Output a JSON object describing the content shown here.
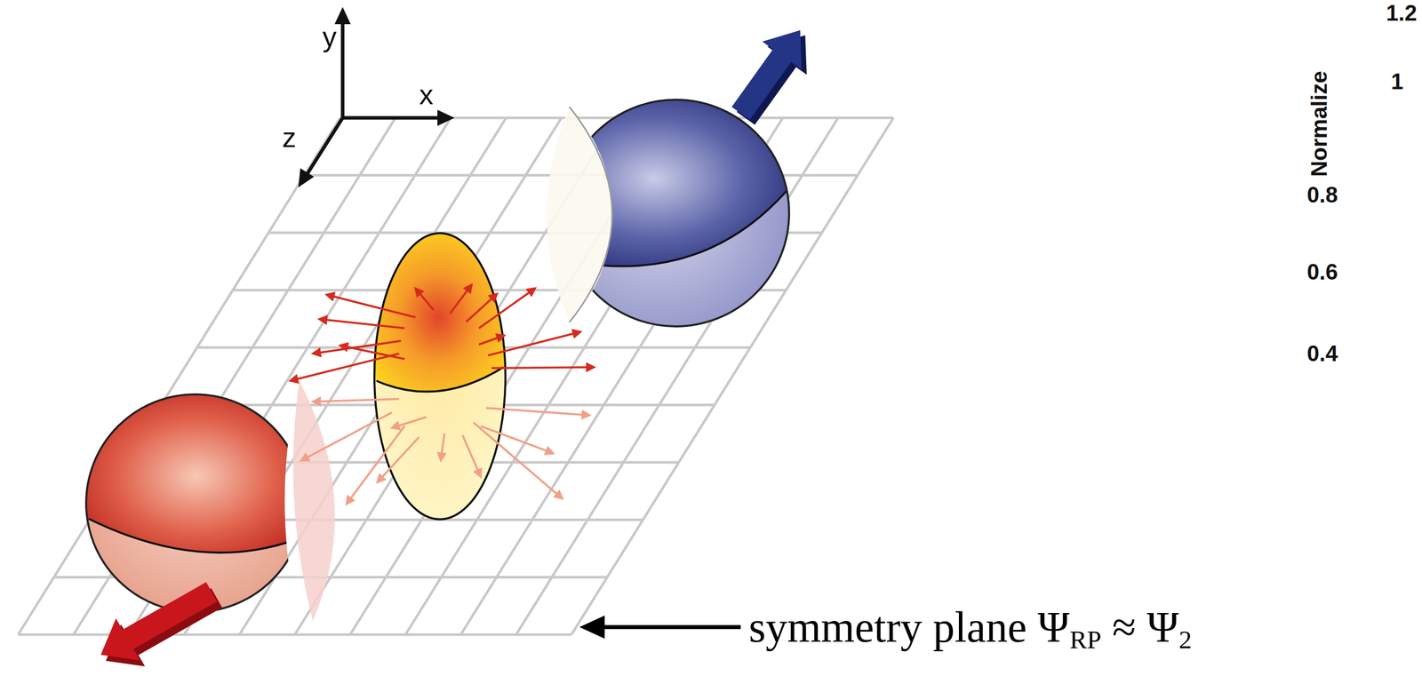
{
  "diagram": {
    "labels": [
      "y",
      "x",
      "z",
      "symmetry plane Ψ",
      "RP",
      "≈ Ψ",
      "2",
      "Normalize",
      "1.2",
      "1",
      "0.8",
      "0.6",
      "0.4"
    ]
  }
}
